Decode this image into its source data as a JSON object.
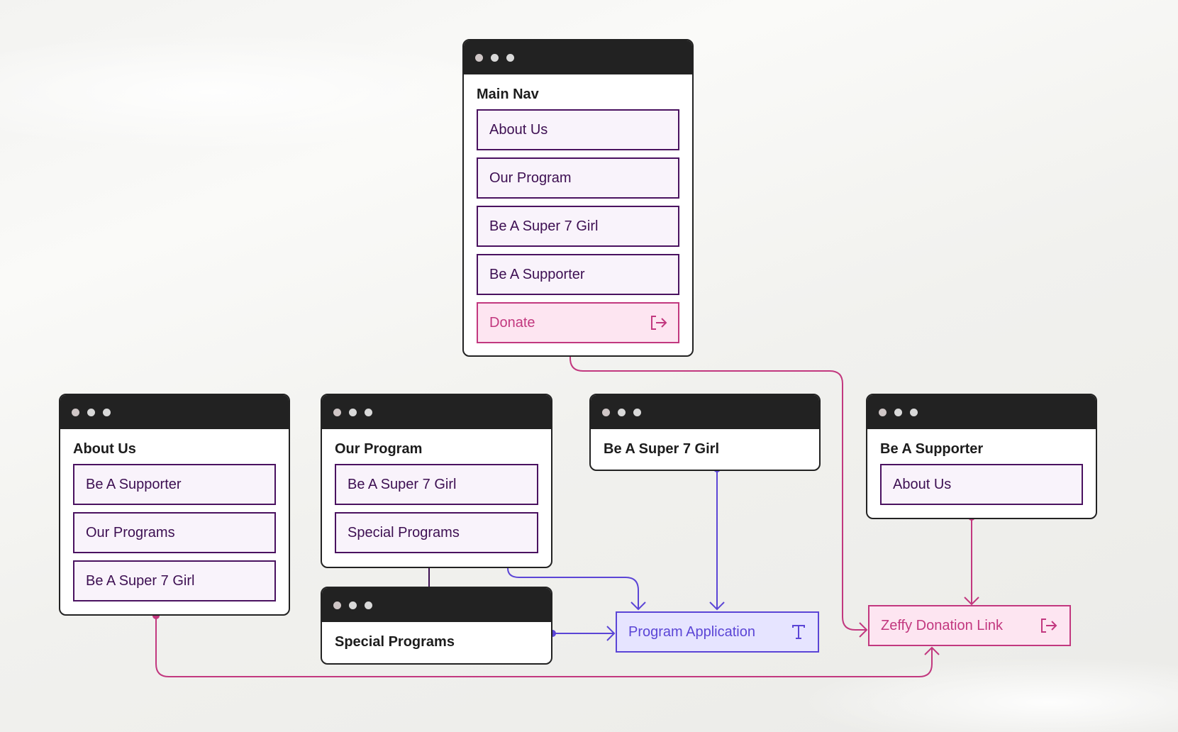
{
  "main_nav": {
    "title": "Main Nav",
    "items": [
      "About Us",
      "Our Program",
      "Be A Super 7 Girl",
      "Be A Supporter"
    ],
    "donate_label": "Donate",
    "donate_icon": "external-link-icon"
  },
  "about_us": {
    "title": "About Us",
    "items": [
      "Be A Supporter",
      "Our Programs",
      "Be A Super 7 Girl"
    ]
  },
  "our_program": {
    "title": "Our Program",
    "items": [
      "Be A Super 7 Girl",
      "Special Programs"
    ]
  },
  "super7": {
    "title": "Be A Super 7 Girl"
  },
  "supporter": {
    "title": "Be A Supporter",
    "items": [
      "About Us"
    ]
  },
  "special_programs": {
    "title": "Special Programs"
  },
  "program_application": {
    "label": "Program Application",
    "icon": "text-icon"
  },
  "zeffy": {
    "label": "Zeffy Donation Link",
    "icon": "external-link-icon"
  },
  "colors": {
    "window_bar": "#222222",
    "item_border": "#4a1260",
    "item_fill": "#f9f3fb",
    "pink": "#c2387f",
    "pink_fill": "#fde5f1",
    "violet": "#5b45d6",
    "violet_fill": "#e6e4ff"
  }
}
